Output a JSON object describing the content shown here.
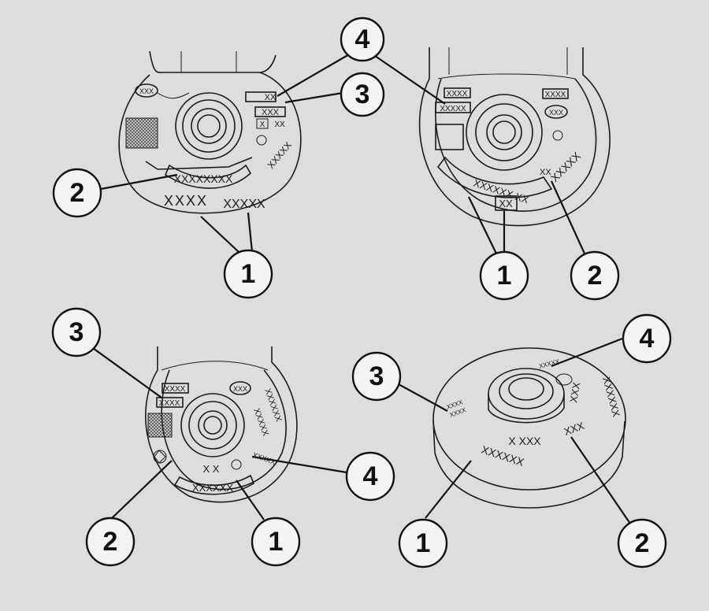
{
  "callouts": {
    "one": "1",
    "two": "2",
    "three": "3",
    "four": "4"
  },
  "markings": {
    "xxx": "XXX",
    "xxxx": "XXXX",
    "xxxxx": "XXXXX",
    "xxxxxx": "XXXXXX",
    "xxxxxxx": "XXXXXXX",
    "xxxxxxxx": "XXXXXXXX",
    "xx": "XX",
    "x": "X",
    "xx_spaced": "X X",
    "x_xxx": "X XXX",
    "xxxxxx_xx": "XXXXXX XX"
  },
  "colors": {
    "background": "#dcdedb",
    "ink": "#1b1b1b"
  }
}
